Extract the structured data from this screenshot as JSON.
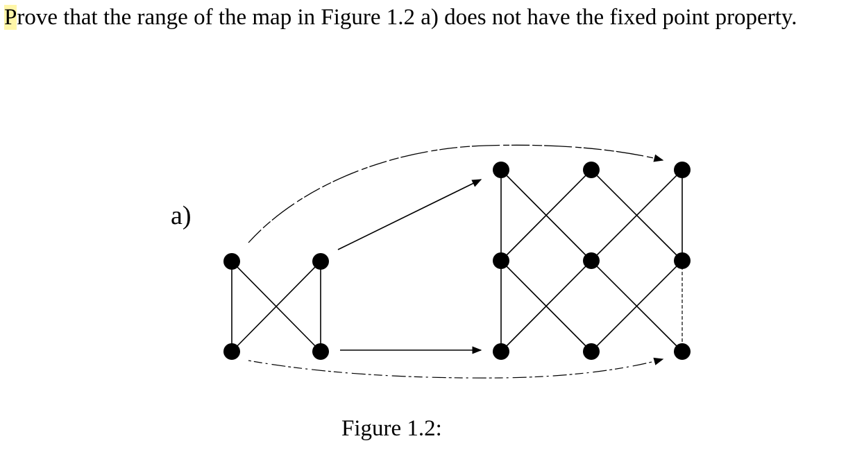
{
  "prompt": {
    "first_letter": "P",
    "rest": "rove that the range of the map in Figure 1.2 a) does not have the fixed point property."
  },
  "figure": {
    "panel_label": "a)",
    "caption": "Figure 1.2:"
  }
}
